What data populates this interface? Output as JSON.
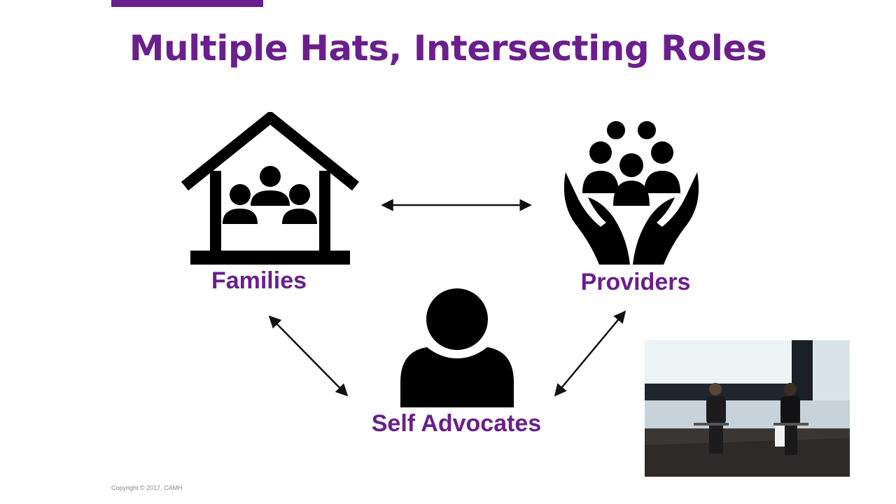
{
  "slide": {
    "title": "Multiple Hats, Intersecting Roles",
    "copyright": "Copyright © 2017, CAMH"
  },
  "nodes": {
    "families": {
      "label": "Families",
      "icon": "house-family-icon"
    },
    "providers": {
      "label": "Providers",
      "icon": "hands-group-icon"
    },
    "self_advocates": {
      "label": "Self Advocates",
      "icon": "person-icon"
    }
  },
  "connections": [
    {
      "from": "Families",
      "to": "Providers",
      "direction": "both"
    },
    {
      "from": "Families",
      "to": "Self Advocates",
      "direction": "both"
    },
    {
      "from": "Providers",
      "to": "Self Advocates",
      "direction": "both"
    }
  ],
  "colors": {
    "accent": "#6a1f8c",
    "icon": "#000000",
    "arrow": "#111111"
  },
  "video_inset": {
    "description_icon": "speaker-video-feed"
  }
}
